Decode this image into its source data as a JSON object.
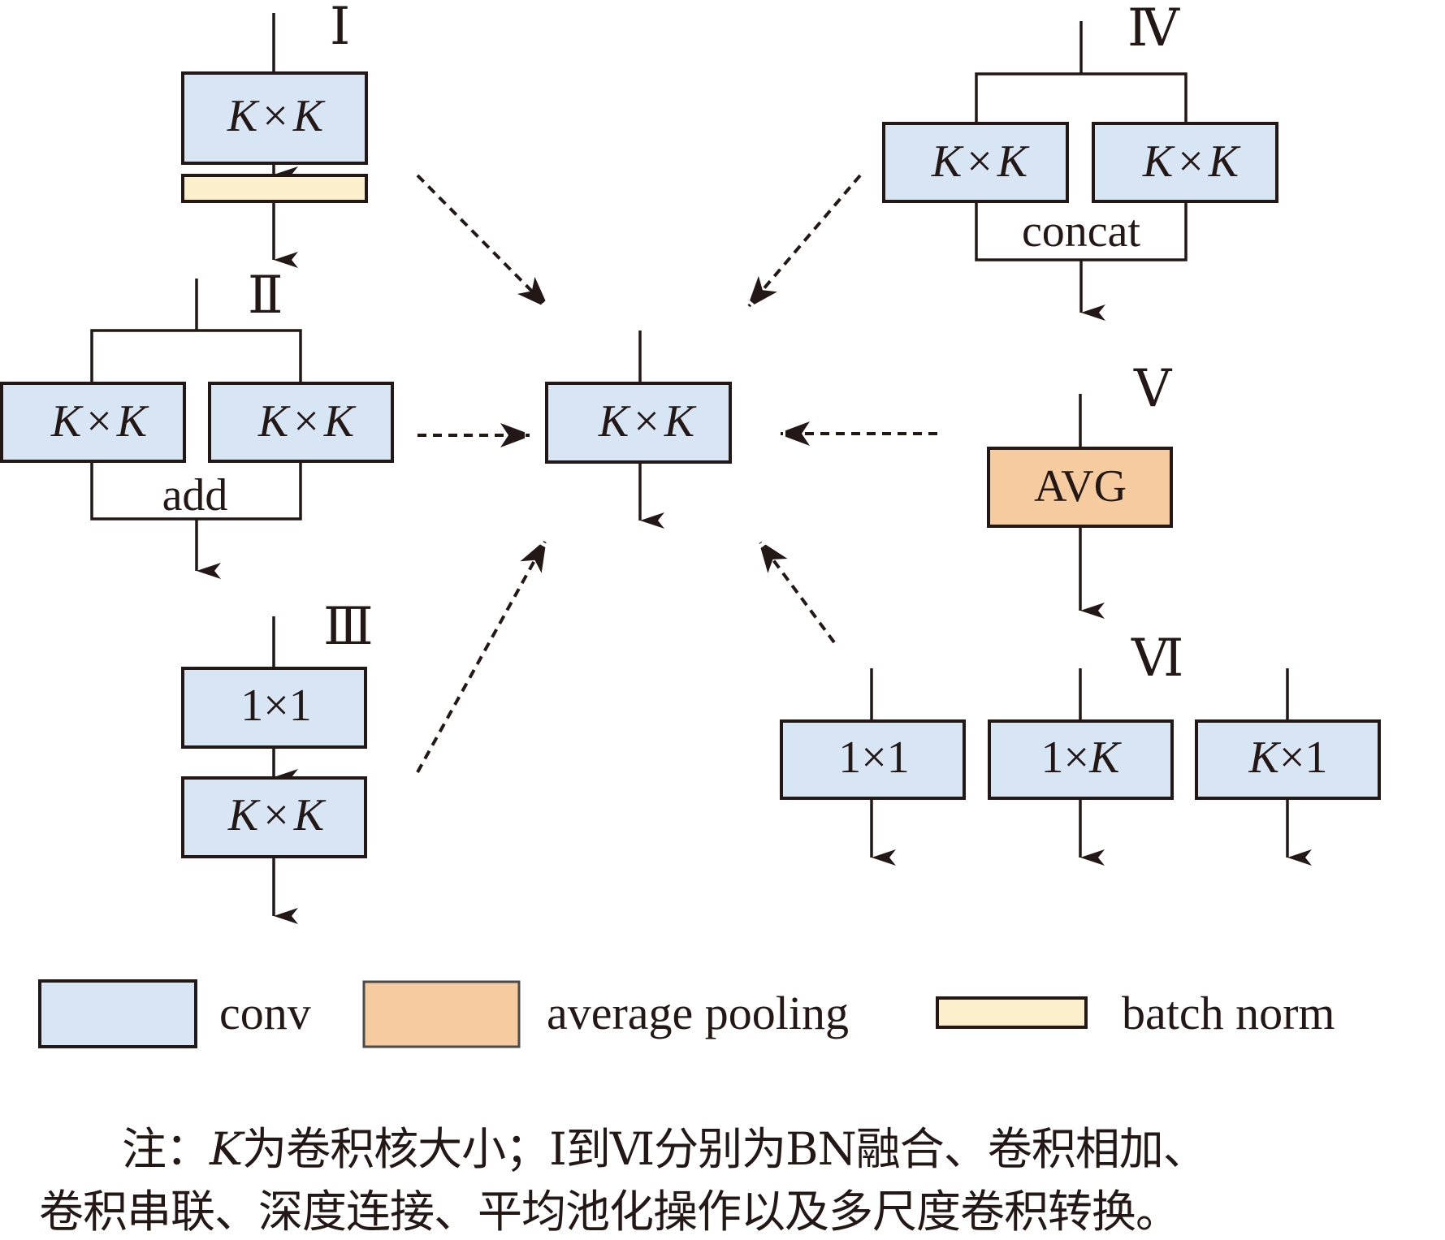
{
  "figure": {
    "groups": {
      "I": {
        "numeral": "Ⅰ",
        "blocks": [
          {
            "type": "conv",
            "label_a": "K",
            "times": "×",
            "label_b": "K"
          },
          {
            "type": "batch_norm"
          }
        ]
      },
      "II": {
        "numeral": "Ⅱ",
        "blocks": [
          {
            "type": "conv",
            "label_a": "K",
            "times": "×",
            "label_b": "K"
          },
          {
            "type": "conv",
            "label_a": "K",
            "times": "×",
            "label_b": "K"
          }
        ],
        "merge": "add"
      },
      "III": {
        "numeral": "Ⅲ",
        "blocks": [
          {
            "type": "conv",
            "label": "1×1"
          },
          {
            "type": "conv",
            "label_a": "K",
            "times": "×",
            "label_b": "K"
          }
        ]
      },
      "IV": {
        "numeral": "Ⅳ",
        "blocks": [
          {
            "type": "conv",
            "label_a": "K",
            "times": "×",
            "label_b": "K"
          },
          {
            "type": "conv",
            "label_a": "K",
            "times": "×",
            "label_b": "K"
          }
        ],
        "merge": "concat"
      },
      "V": {
        "numeral": "Ⅴ",
        "blocks": [
          {
            "type": "average_pooling",
            "label": "AVG"
          }
        ]
      },
      "VI": {
        "numeral": "Ⅵ",
        "blocks": [
          {
            "type": "conv",
            "label": "1×1"
          },
          {
            "type": "conv",
            "label_a": "1×",
            "label_b": "K"
          },
          {
            "type": "conv",
            "label_a": "K",
            "label_b": "×1"
          }
        ]
      }
    },
    "center": {
      "type": "conv",
      "label_a": "K",
      "times": "×",
      "label_b": "K"
    },
    "edges": [
      {
        "from": "I",
        "to": "center",
        "style": "dashed"
      },
      {
        "from": "II",
        "to": "center",
        "style": "dashed"
      },
      {
        "from": "III",
        "to": "center",
        "style": "dashed"
      },
      {
        "from": "IV",
        "to": "center",
        "style": "dashed"
      },
      {
        "from": "V",
        "to": "center",
        "style": "dashed"
      },
      {
        "from": "VI",
        "to": "center",
        "style": "dashed"
      }
    ]
  },
  "legend": [
    {
      "key": "conv",
      "label": "conv",
      "color": "#d8e5f4"
    },
    {
      "key": "average_pooling",
      "label": "average pooling",
      "color": "#f7cba0"
    },
    {
      "key": "batch_norm",
      "label": "batch norm",
      "color": "#fcefcc"
    }
  ],
  "note": {
    "line1_prefix": "注：",
    "line1_k": "K",
    "line1_rest": "为卷积核大小；Ⅰ到Ⅵ分别为BN融合、卷积相加、",
    "line2": "卷积串联、深度连接、平均池化操作以及多尺度卷积转换。"
  },
  "colors": {
    "conv": "#d8e5f4",
    "average_pooling": "#f7cba0",
    "batch_norm": "#fcefcc",
    "stroke": "#231815"
  }
}
